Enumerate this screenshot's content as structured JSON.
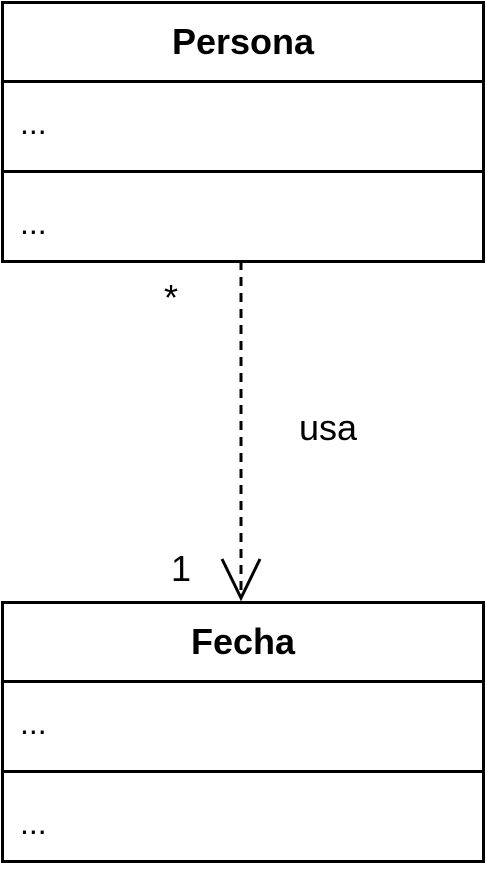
{
  "classes": [
    {
      "name": "Persona",
      "attributes": "...",
      "operations": "..."
    },
    {
      "name": "Fecha",
      "attributes": "...",
      "operations": "..."
    }
  ],
  "relationship": {
    "type": "dependency",
    "label": "usa",
    "source_multiplicity": "*",
    "target_multiplicity": "1"
  }
}
